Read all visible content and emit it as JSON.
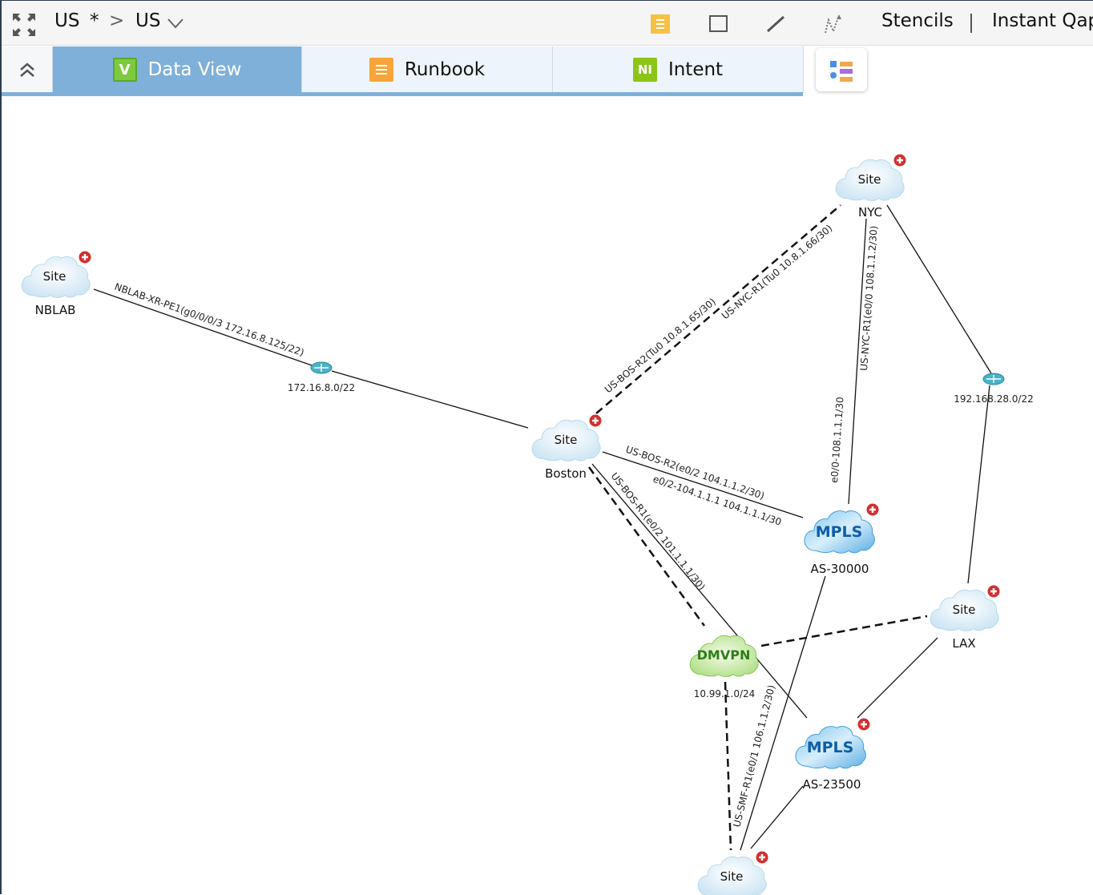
{
  "toolbar": {
    "breadcrumb_root": "US",
    "modified_mark": "*",
    "breadcrumb_current": "US",
    "stencils": "Stencils",
    "instant_qapp": "Instant Qapp",
    "icons": [
      "fit-screen-icon",
      "note-icon",
      "rectangle-icon",
      "line-icon",
      "path-icon"
    ]
  },
  "tabs": [
    {
      "label": "Data View",
      "icon": "V"
    },
    {
      "label": "Runbook"
    },
    {
      "label": "Intent",
      "icon": "NI"
    }
  ],
  "nodes": {
    "nblab": {
      "type": "Site",
      "label": "NBLAB"
    },
    "boston": {
      "type": "Site",
      "label": "Boston"
    },
    "nyc": {
      "type": "Site",
      "label": "NYC"
    },
    "lax": {
      "type": "Site",
      "label": "LAX"
    },
    "bottom": {
      "type": "Site"
    },
    "mpls1": {
      "type": "MPLS",
      "label": "AS-30000"
    },
    "mpls2": {
      "type": "MPLS",
      "label": "AS-23500"
    },
    "dmvpn": {
      "type": "DMVPN",
      "label": "10.99.1.0/24"
    },
    "subnet1": {
      "label": "172.16.8.0/22"
    },
    "subnet2": {
      "label": "192.168.28.0/22"
    }
  },
  "links": {
    "nblab": "NBLAB-XR-PE1(g0/0/0/3 172.16.8.125/22)",
    "bos_tu": "US-BOS-R2(Tu0 10.8.1.65/30)",
    "nyc_tu": "US-NYC-R1(Tu0 10.8.1.66/30)",
    "nyc_e0": "US-NYC-R1(e0/0 108.1.1.2/30)",
    "mpls_e0": "e0/0-108.1.1.1/30",
    "bos_e02": "US-BOS-R2(e0/2 104.1.1.2/30)",
    "mpls_e02": "e0/2-104.1.1.1 104.1.1.1/30",
    "bos_r1": "US-BOS-R1(e0/2 101.1.1.1/30)",
    "smf": "US-SMF-R1(e0/1 106.1.1.2/30)"
  }
}
